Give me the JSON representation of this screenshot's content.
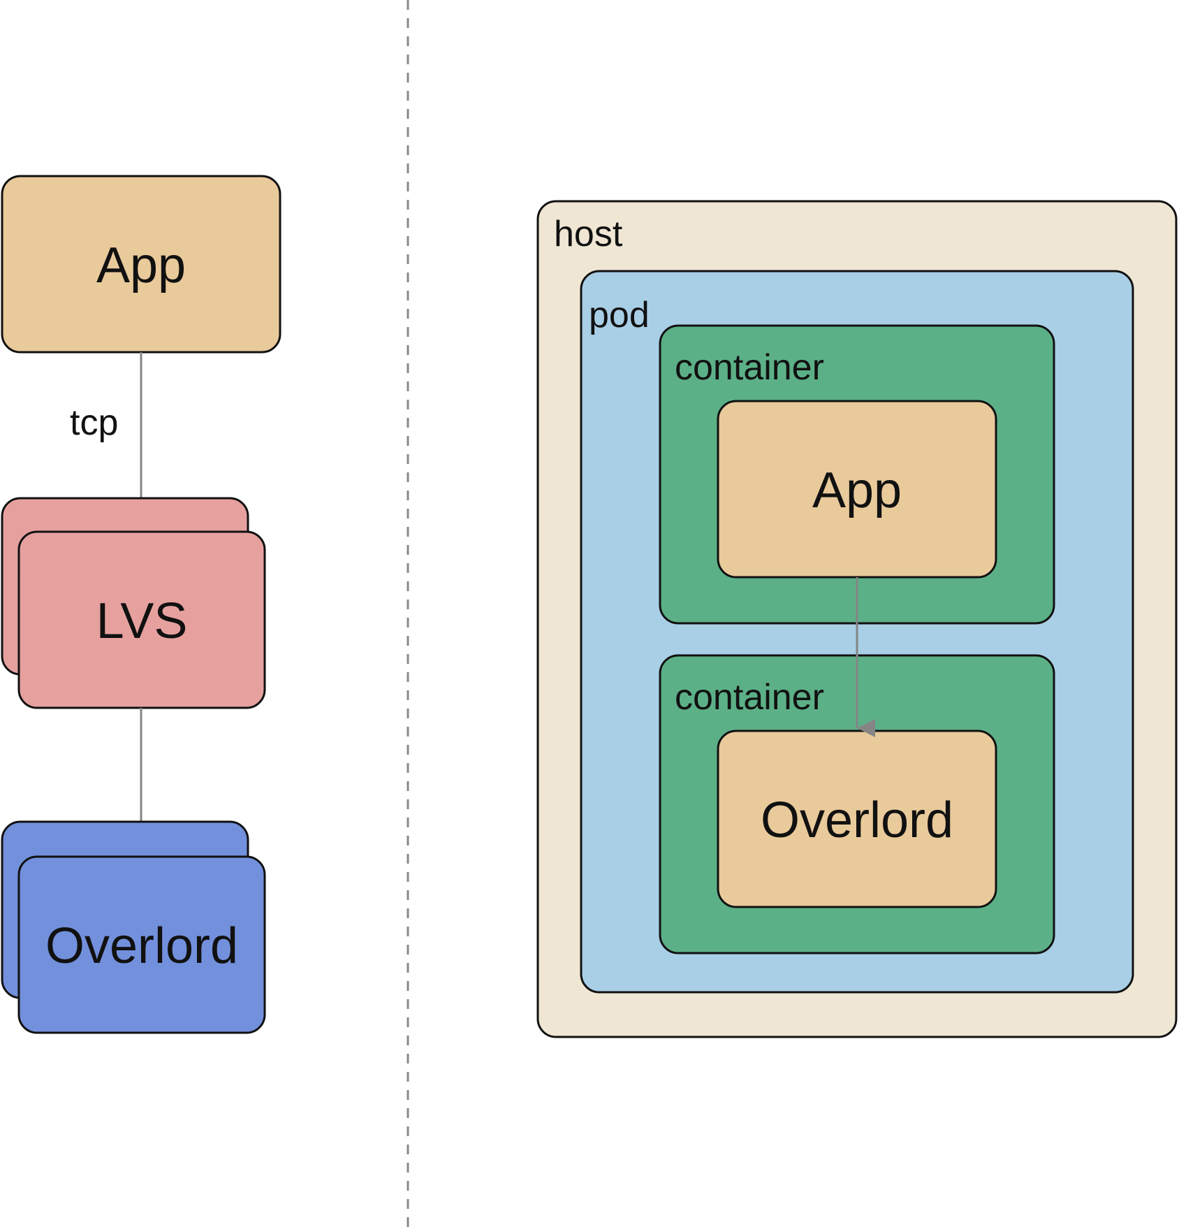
{
  "left": {
    "app_label": "App",
    "edge_label": "tcp",
    "lvs_label": "LVS",
    "overlord_label": "Overlord"
  },
  "right": {
    "host_label": "host",
    "pod_label": "pod",
    "container_top_label": "container",
    "app_label": "App",
    "container_bottom_label": "container",
    "overlord_label": "Overlord"
  },
  "colors": {
    "app": "#e9ca9b",
    "lvs": "#e6a19f",
    "overlord_blue": "#7290dc",
    "host": "#efe6d4",
    "pod": "#a9cfe6",
    "container": "#5cb087",
    "arrow": "#858585",
    "stroke": "#111111",
    "divider": "#888888"
  }
}
